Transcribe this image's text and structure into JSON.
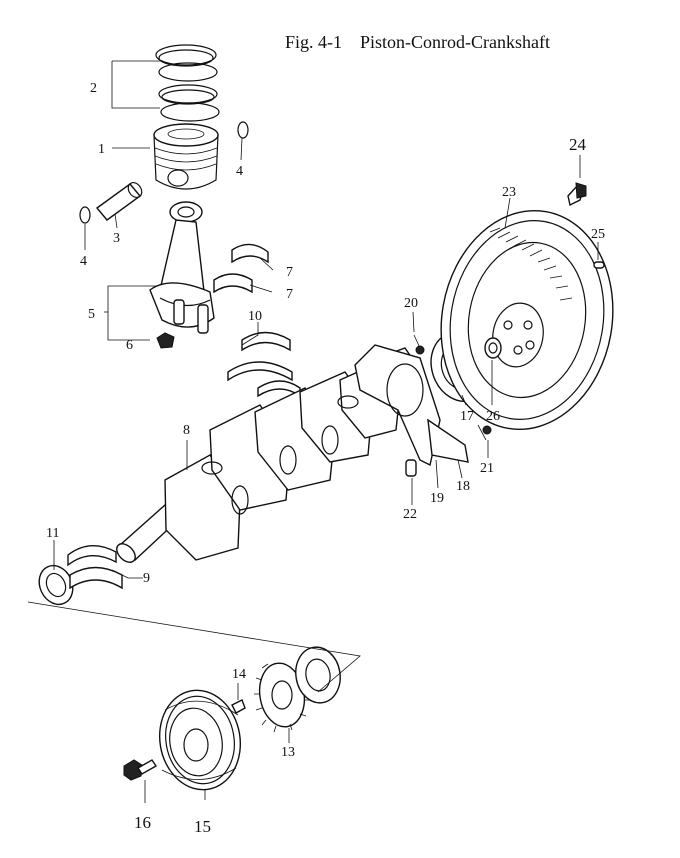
{
  "figure": {
    "number": "Fig. 4-1",
    "title": "Piston-Conrod-Crankshaft"
  },
  "callouts": [
    "1",
    "2",
    "3",
    "4",
    "4",
    "5",
    "6",
    "7",
    "7",
    "8",
    "9",
    "10",
    "11",
    "13",
    "14",
    "15",
    "16",
    "17",
    "18",
    "19",
    "20",
    "21",
    "22",
    "23",
    "24",
    "25",
    "26"
  ]
}
